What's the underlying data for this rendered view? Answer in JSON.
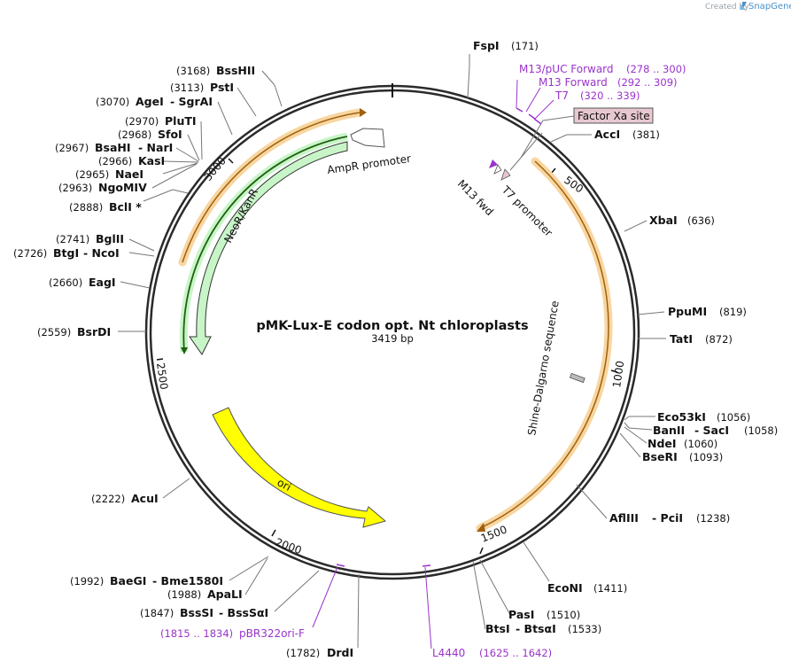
{
  "credit": {
    "prefix": "Created by",
    "brand": "SnapGene"
  },
  "plasmid": {
    "name": "pMK-Lux-E codon opt. Nt chloroplasts",
    "size": "3419 bp"
  },
  "ticks": [
    "500",
    "1000",
    "1500",
    "2000",
    "2500",
    "3000"
  ],
  "enzymes": [
    {
      "name": "FspI",
      "pos": "(171)"
    },
    {
      "name": "AccI",
      "pos": "(381)"
    },
    {
      "name": "XbaI",
      "pos": "(636)"
    },
    {
      "name": "PpuMI",
      "pos": "(819)"
    },
    {
      "name": "TatI",
      "pos": "(872)"
    },
    {
      "name": "Eco53kI",
      "pos": "(1056)"
    },
    {
      "name": "BanII",
      "name2": "SacI",
      "pos": "(1058)"
    },
    {
      "name": "NdeI",
      "pos": "(1060)"
    },
    {
      "name": "BseRI",
      "pos": "(1093)"
    },
    {
      "name": "AflIII",
      "name2": "PciI",
      "pos": "(1238)"
    },
    {
      "name": "EcoNI",
      "pos": "(1411)"
    },
    {
      "name": "PasI",
      "pos": "(1510)"
    },
    {
      "name": "BtsI",
      "name2": "BtsαI",
      "pos": "(1533)"
    },
    {
      "name": "DrdI",
      "pos": "(1782)"
    },
    {
      "name": "BssSI",
      "name2": "BssSαI",
      "pos": "(1847)"
    },
    {
      "name": "ApaLI",
      "pos": "(1988)"
    },
    {
      "name": "BaeGI",
      "name2": "Bme1580I",
      "pos": "(1992)"
    },
    {
      "name": "AcuI",
      "pos": "(2222)"
    },
    {
      "name": "BsrDI",
      "pos": "(2559)"
    },
    {
      "name": "EagI",
      "pos": "(2660)"
    },
    {
      "name": "BtgI",
      "name2": "NcoI",
      "pos": "(2726)"
    },
    {
      "name": "BglII",
      "pos": "(2741)"
    },
    {
      "name": "BclI *",
      "pos": "(2888)"
    },
    {
      "name": "NgoMIV",
      "pos": "(2963)"
    },
    {
      "name": "NaeI",
      "pos": "(2965)"
    },
    {
      "name": "KasI",
      "pos": "(2966)"
    },
    {
      "name": "BsaHI",
      "name2": "NarI",
      "pos": "(2967)"
    },
    {
      "name": "SfoI",
      "pos": "(2968)"
    },
    {
      "name": "PluTI",
      "pos": "(2970)"
    },
    {
      "name": "AgeI",
      "name2": "SgrAI",
      "pos": "(3070)"
    },
    {
      "name": "PstI",
      "pos": "(3113)"
    },
    {
      "name": "BssHII",
      "pos": "(3168)"
    }
  ],
  "primers": [
    {
      "name": "M13/pUC Forward",
      "pos": "(278 .. 300)"
    },
    {
      "name": "M13 Forward",
      "pos": "(292 .. 309)"
    },
    {
      "name": "T7",
      "pos": "(320 .. 339)"
    },
    {
      "name": "pBR322ori-F",
      "pos": "(1815 .. 1834)"
    },
    {
      "name": "L4440",
      "pos": "(1625 .. 1642)"
    }
  ],
  "features": {
    "factor_xa": "Factor Xa site",
    "ampr_promoter": "AmpR promoter",
    "neor": "NeoR/KanR",
    "t7_promoter": "T7 promoter",
    "m13_fwd": "M13 fwd",
    "shine_dalgarno": "Shine-Dalgarno sequence",
    "ori": "ori"
  },
  "colors": {
    "backbone": "#2a2a2a",
    "orf_orange": "#f0a030",
    "neor_green": "#c8f5c8",
    "ori_yellow": "#ffff00",
    "primer_purple": "#9a33cc",
    "factor_xa_fill": "#e8c8d0"
  }
}
